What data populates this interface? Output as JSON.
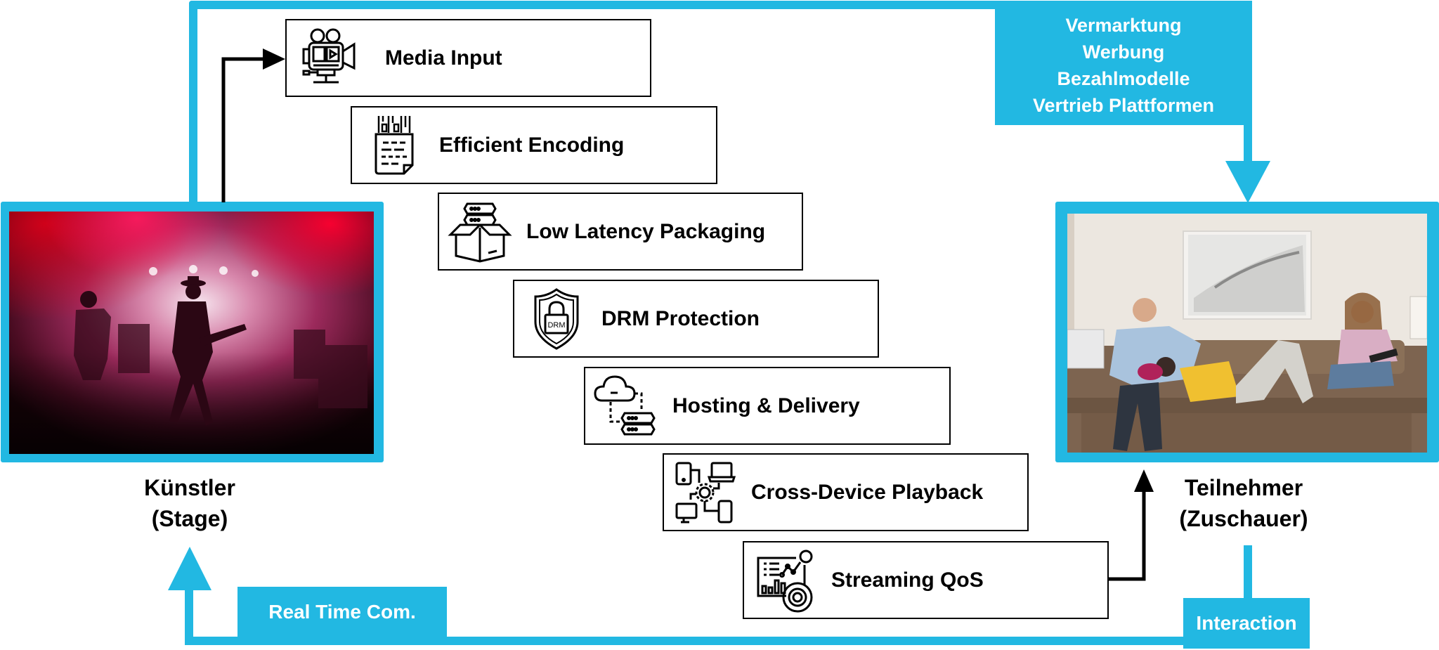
{
  "colors": {
    "accent_blue": "#22b8e2",
    "line_black": "#000000"
  },
  "steps": [
    {
      "label": "Media Input",
      "icon": "video-camera-icon"
    },
    {
      "label": "Efficient Encoding",
      "icon": "encoded-document-icon"
    },
    {
      "label": "Low Latency Packaging",
      "icon": "server-box-icon"
    },
    {
      "label": "DRM Protection",
      "icon": "drm-shield-icon",
      "icon_text": "DRM"
    },
    {
      "label": "Hosting & Delivery",
      "icon": "cloud-server-icon"
    },
    {
      "label": "Cross-Device Playback",
      "icon": "devices-gear-icon"
    },
    {
      "label": "Streaming QoS",
      "icon": "analytics-dashboard-icon"
    }
  ],
  "artist": {
    "title": "Künstler",
    "subtitle": "(Stage)",
    "image": "concert-stage-photo"
  },
  "viewer": {
    "title": "Teilnehmer",
    "subtitle": "(Zuschauer)",
    "image": "family-on-sofa-photo"
  },
  "monetization": {
    "lines": [
      "Vermarktung",
      "Werbung",
      "Bezahlmodelle",
      "Vertrieb Plattformen"
    ]
  },
  "feedback": {
    "real_time_label": "Real Time Com.",
    "interaction_label": "Interaction"
  }
}
